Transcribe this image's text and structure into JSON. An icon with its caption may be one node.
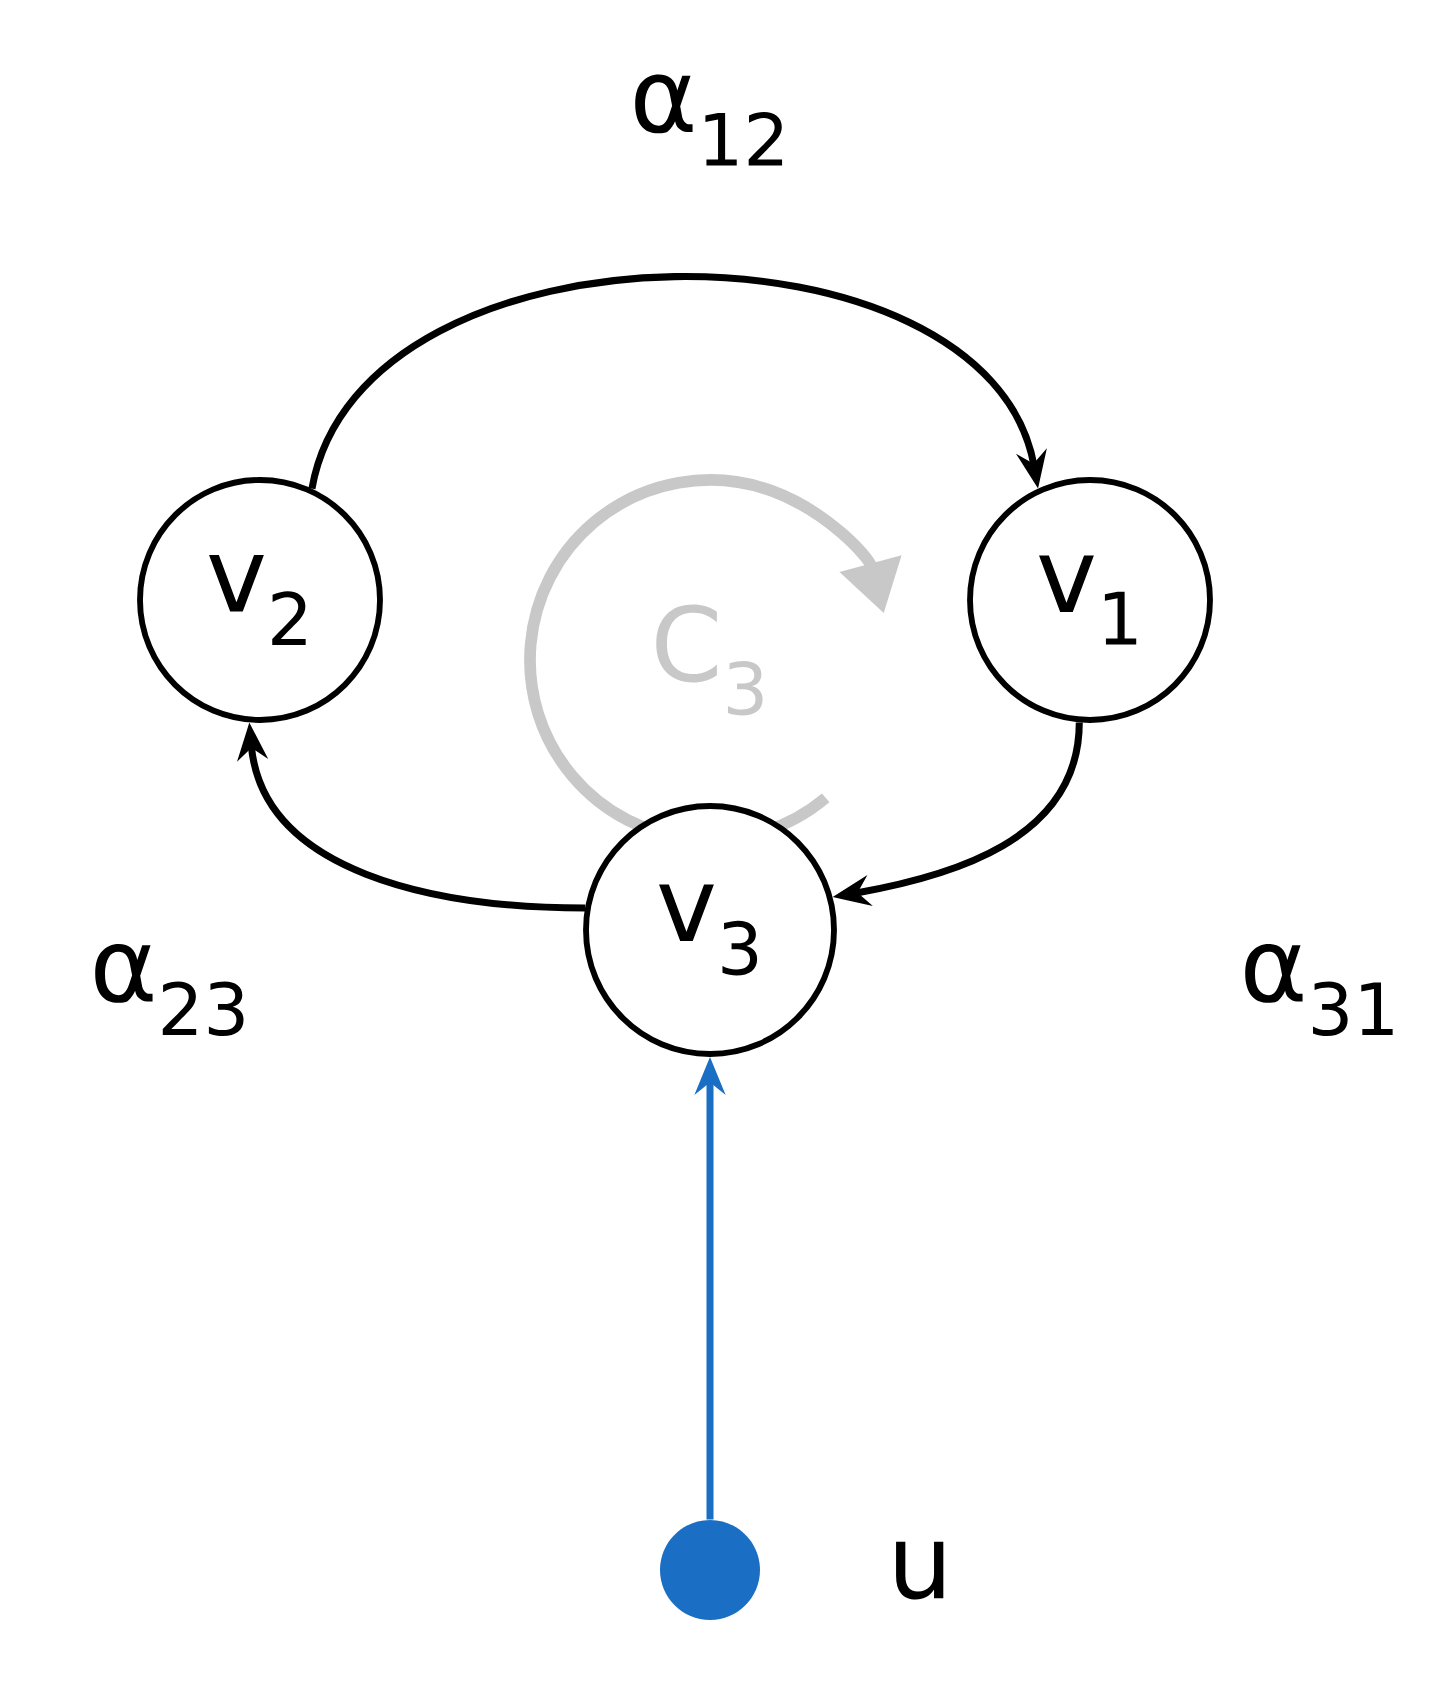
{
  "diagram": {
    "nodes": [
      {
        "text": [
          "v$_{2}$"
        ]
      },
      {
        "text": [
          "v$_{1}$"
        ]
      },
      {
        "text": [
          "v$_{3}$"
        ]
      },
      {
        "text": [],
        "shape": "circle",
        "beside": [
          "u"
        ]
      }
    ],
    "edges": [
      {
        "from": 0,
        "to": 1,
        "arrow": "to",
        "label": "α$_{12}$"
      },
      {
        "from": 1,
        "to": 2,
        "arrow": "to",
        "label": "α$_{31}$"
      },
      {
        "from": 2,
        "to": 0,
        "arrow": "to",
        "label": "α$_{23}$"
      },
      {
        "from": 3,
        "to": 2,
        "arrow": "to",
        "color": "#1a6fc4"
      }
    ],
    "labels": [
      "C$_{3}$"
    ]
  }
}
